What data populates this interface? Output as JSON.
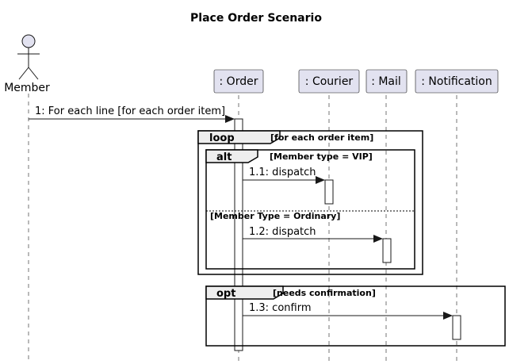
{
  "title": "Place Order Scenario",
  "actor": {
    "name": "Member",
    "icon": "stick-figure-actor-icon"
  },
  "participants": [
    {
      "name": ": Order"
    },
    {
      "name": ": Courier"
    },
    {
      "name": ": Mail"
    },
    {
      "name": ": Notification"
    }
  ],
  "messages": [
    {
      "label": "1: For each line [for each order item]",
      "from": "Member",
      "to": ": Order"
    },
    {
      "label": "1.1: dispatch",
      "from": ": Order",
      "to": ": Courier"
    },
    {
      "label": "1.2: dispatch",
      "from": ": Order",
      "to": ": Mail"
    },
    {
      "label": "1.3: confirm",
      "from": ": Order",
      "to": ": Notification"
    }
  ],
  "fragments": [
    {
      "keyword": "loop",
      "condition": "[for each order item]"
    },
    {
      "keyword": "alt",
      "condition": "[Member type = VIP]",
      "else_condition": "[Member Type = Ordinary]"
    },
    {
      "keyword": "opt",
      "condition": "[needs confirmation]"
    }
  ],
  "colors": {
    "participant_fill": "#E2E2F0",
    "participant_border": "#181818",
    "fragment_tab_fill": "#EEEEEE",
    "line": "#181818"
  }
}
